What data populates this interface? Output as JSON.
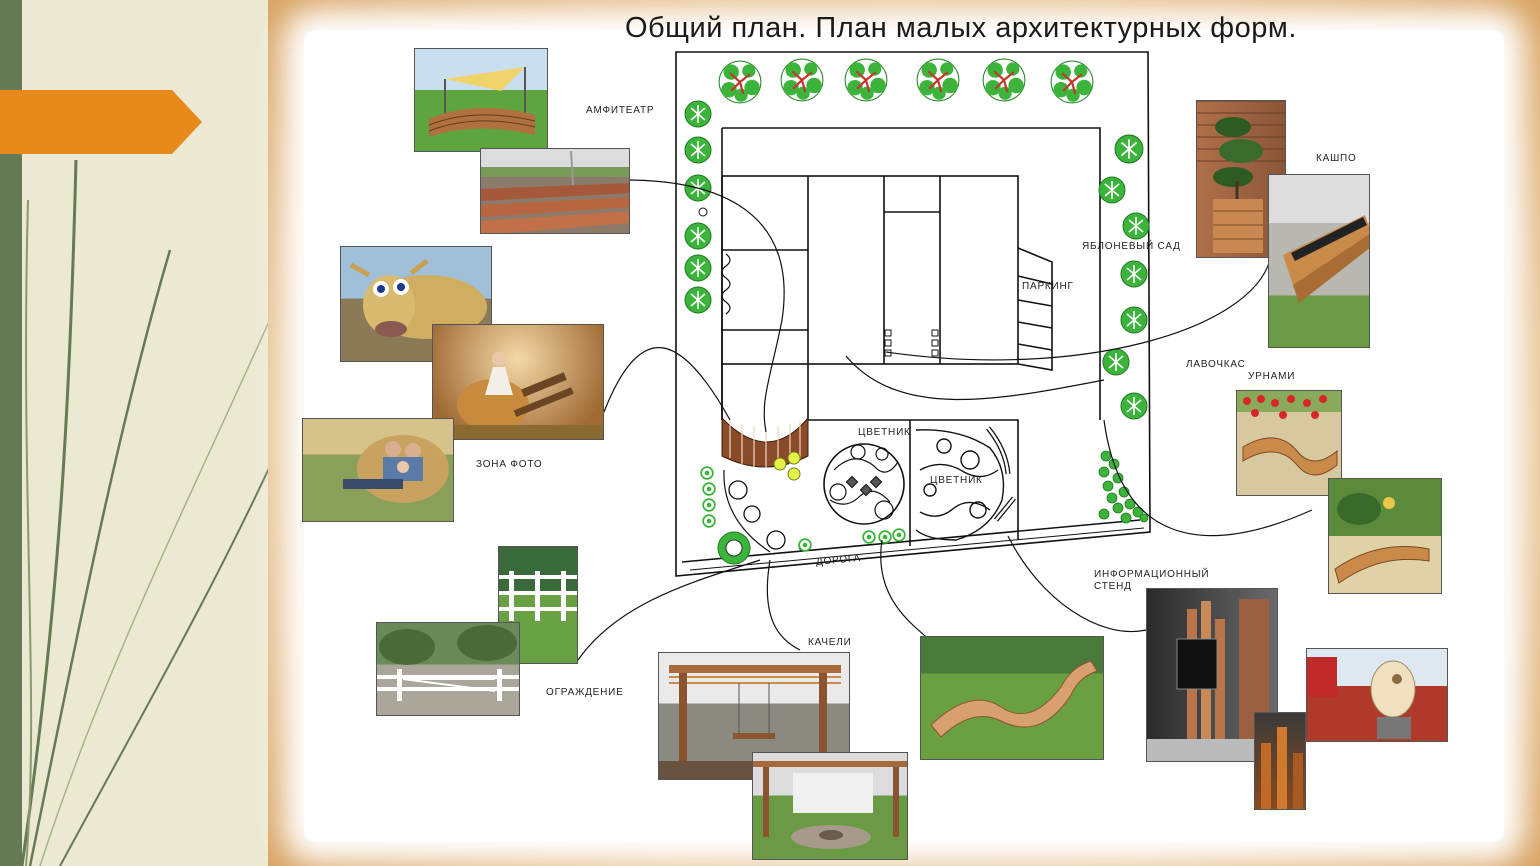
{
  "title": "Общий план. План малых архитектурных форм.",
  "labels": {
    "amphitheater": "АМФИТЕАТР",
    "planter": "КАШПО",
    "apple_garden": "ЯБЛОНЕВЫЙ САД",
    "parking": "ПАРКИНГ",
    "bench_line1": "ЛАВОЧКАС",
    "bench_line2": "УРНАМИ",
    "photo_zone": "ЗОНА ФОТО",
    "flowerbed_1": "ЦВЕТНИК",
    "flowerbed_2": "ЦВЕТНИК",
    "road": "ДОРОГА",
    "info_stand_line1": "ИНФОРМАЦИОННЫЙ",
    "info_stand_line2": "СТЕНД",
    "swings": "КАЧЕЛИ",
    "fence": "ОГРАЖДЕНИЕ"
  },
  "photos": [
    {
      "name": "amphitheater-photo-1",
      "subject": "amphitheater-with-canopy"
    },
    {
      "name": "amphitheater-photo-2",
      "subject": "wooden-steps-amphitheater"
    },
    {
      "name": "photo-zone-photo-1",
      "subject": "hay-bull-sculpture"
    },
    {
      "name": "photo-zone-photo-2",
      "subject": "woman-on-hay-bale"
    },
    {
      "name": "photo-zone-photo-3",
      "subject": "family-on-hay"
    },
    {
      "name": "planter-photo-1",
      "subject": "wooden-planter-with-tree"
    },
    {
      "name": "planter-photo-2",
      "subject": "long-wooden-planters"
    },
    {
      "name": "bench-photo-1",
      "subject": "curved-bench-tulips"
    },
    {
      "name": "bench-photo-2",
      "subject": "curved-bench-garden"
    },
    {
      "name": "fence-photo-1",
      "subject": "white-fence-field"
    },
    {
      "name": "fence-photo-2",
      "subject": "white-gate-driveway"
    },
    {
      "name": "swings-photo-1",
      "subject": "pergola-swings"
    },
    {
      "name": "swings-photo-2",
      "subject": "pergola-fire-pit"
    },
    {
      "name": "lounger-photo",
      "subject": "wooden-lounger-on-grass"
    },
    {
      "name": "info-stand-photo",
      "subject": "wooden-info-stand"
    },
    {
      "name": "sculpture-photo-1",
      "subject": "stone-sculpture"
    },
    {
      "name": "sculpture-photo-2",
      "subject": "rusty-metal-sculpture"
    }
  ],
  "colors": {
    "side_bar": "#667a55",
    "ribbon": "#e8891c",
    "frame": "#e3b77f",
    "tree_green": "#3cb43c"
  }
}
